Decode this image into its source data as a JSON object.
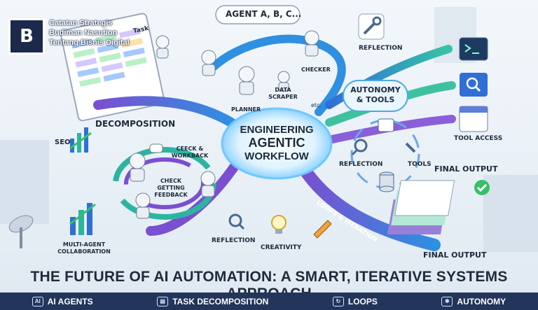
{
  "brand": {
    "logo_letter": "B",
    "lines": [
      "Catatan Strategis",
      "Budiman Nasution",
      "Tentang Bisnis Digital"
    ]
  },
  "center": {
    "lines": [
      "ENGINEERING",
      "AGENTIC",
      "WORKFLOW"
    ]
  },
  "labels": {
    "agents": "AGENT A, B, C...",
    "task": "Task",
    "decomposition": "DECOMPOSITION",
    "planner": "PLANNER",
    "data_scraper": "DATA SCRAPER",
    "checker": "CHECKER",
    "etc": "etc.",
    "reflection_top": "REFLECTION",
    "autonomy_tools": "AUTONOMY & TOOLS",
    "tool_access": "TOOL ACCESS",
    "seo": "SEO",
    "check_workback": "CEECK & WORKBACK",
    "check_feedback": "CHECK GETTING FEEDBACK",
    "multi_agent": "MULTI-AGENT COLLABORATION",
    "reflection_bottom": "REFLECTION",
    "creativity": "CREATIVITY",
    "reflection_right": "REFLECTION",
    "tools": "TOOLS",
    "final_output_top": "FINAL OUTPUT",
    "final_output_bottom": "FINAL OUTPUT",
    "loops_iteration": "LOOPS & ITERATION"
  },
  "headline": "THE FUTURE OF AI AUTOMATION: A SMART, ITERATIVE SYSTEMS APPROACH",
  "footer": [
    {
      "icon": "ai-icon",
      "glyph": "AI",
      "label": "AI AGENTS"
    },
    {
      "icon": "task-icon",
      "glyph": "▤",
      "label": "TASK DECOMPOSITION"
    },
    {
      "icon": "loop-icon",
      "glyph": "↻",
      "label": "LOOPS"
    },
    {
      "icon": "autonomy-icon",
      "glyph": "✱",
      "label": "AUTONOMY"
    }
  ],
  "colors": {
    "arrow_blue": "#2f6fd6",
    "arrow_purple": "#7a4fd0",
    "arrow_teal": "#2bb5a0",
    "navy": "#1b2a4a",
    "center_glow": "#bfe7ff"
  }
}
